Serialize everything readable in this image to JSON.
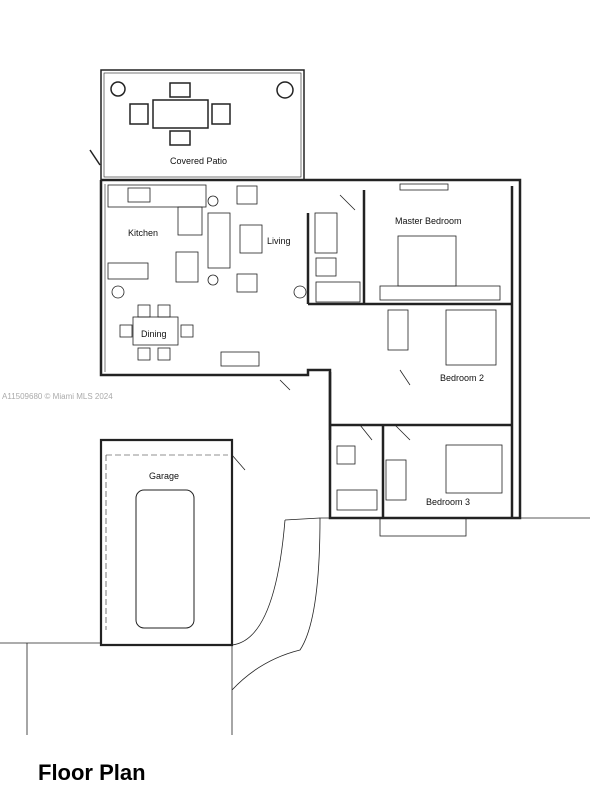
{
  "rooms": {
    "patio": "Covered Patio",
    "kitchen": "Kitchen",
    "living": "Living",
    "master": "Master Bedroom",
    "dining": "Dining",
    "bed2": "Bedroom 2",
    "bed3": "Bedroom 3",
    "garage": "Garage"
  },
  "title": "Floor Plan",
  "watermark": "A11509680 © Miami MLS 2024"
}
